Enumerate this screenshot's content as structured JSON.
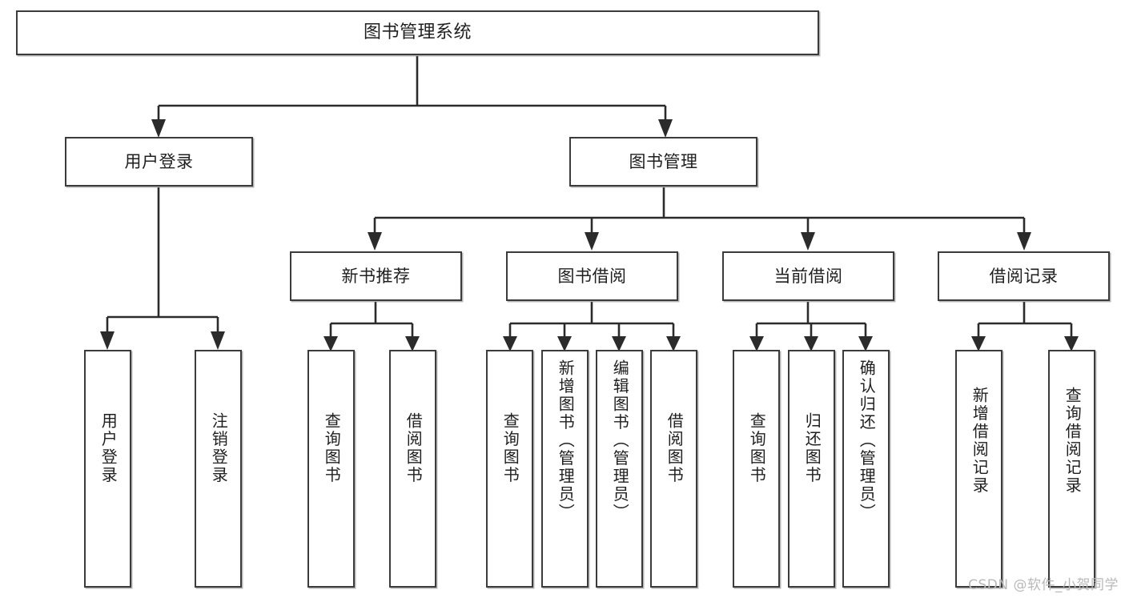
{
  "diagram": {
    "title": "图书管理系统",
    "type": "tree-hierarchy",
    "watermark": "CSDN @软件_小贺同学",
    "colors": {
      "box_border": "#3b3b3b",
      "box_fill": "#ffffff",
      "connector": "#2b2b2b",
      "text": "#1f1f1f",
      "watermark": "#b9b9b9",
      "background": "#ffffff"
    },
    "levels": {
      "root": {
        "label": "图书管理系统"
      },
      "level2": [
        {
          "id": "user-login",
          "label": "用户登录"
        },
        {
          "id": "book-manage",
          "label": "图书管理"
        }
      ],
      "level3": [
        {
          "id": "new-book-recommend",
          "label": "新书推荐",
          "parent": "book-manage"
        },
        {
          "id": "book-borrow",
          "label": "图书借阅",
          "parent": "book-manage"
        },
        {
          "id": "current-borrow",
          "label": "当前借阅",
          "parent": "book-manage"
        },
        {
          "id": "borrow-record",
          "label": "借阅记录",
          "parent": "book-manage"
        }
      ],
      "leaves": [
        {
          "id": "leaf-user-login",
          "label": "用户登录",
          "parent": "user-login"
        },
        {
          "id": "leaf-user-logout",
          "label": "注销登录",
          "parent": "user-login"
        },
        {
          "id": "leaf-rec-query-book",
          "label": "查询图书",
          "parent": "new-book-recommend"
        },
        {
          "id": "leaf-rec-borrow-book",
          "label": "借阅图书",
          "parent": "new-book-recommend"
        },
        {
          "id": "leaf-borrow-query-book",
          "label": "查询图书",
          "parent": "book-borrow"
        },
        {
          "id": "leaf-borrow-add-book",
          "label": "新增图书（管理员）",
          "parent": "book-borrow"
        },
        {
          "id": "leaf-borrow-edit-book",
          "label": "编辑图书（管理员）",
          "parent": "book-borrow"
        },
        {
          "id": "leaf-borrow-borrow-book",
          "label": "借阅图书",
          "parent": "book-borrow"
        },
        {
          "id": "leaf-current-query-book",
          "label": "查询图书",
          "parent": "current-borrow"
        },
        {
          "id": "leaf-current-return-book",
          "label": "归还图书",
          "parent": "current-borrow"
        },
        {
          "id": "leaf-current-confirm-return",
          "label": "确认归还（管理员）",
          "parent": "current-borrow"
        },
        {
          "id": "leaf-record-add",
          "label": "新增借阅记录",
          "parent": "borrow-record"
        },
        {
          "id": "leaf-record-query",
          "label": "查询借阅记录",
          "parent": "borrow-record"
        }
      ]
    }
  }
}
